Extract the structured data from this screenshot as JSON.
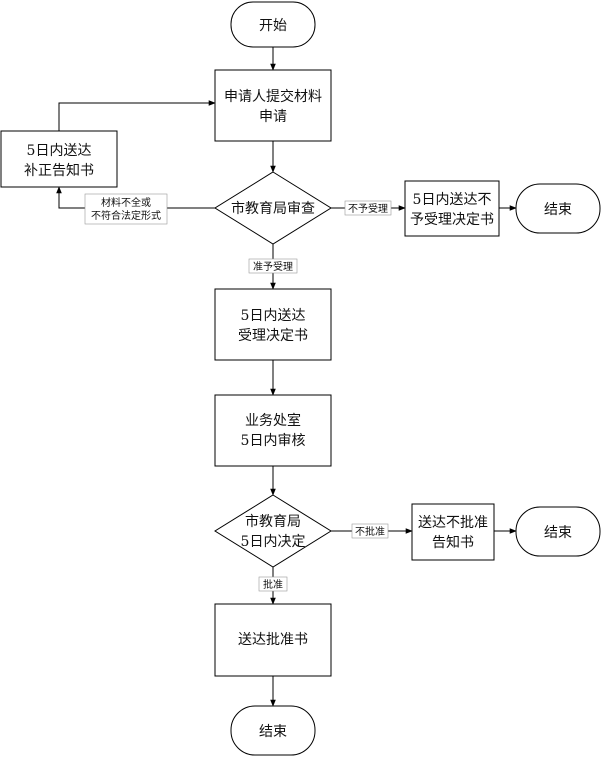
{
  "nodes": {
    "start": "开始",
    "submit": [
      "申请人提交材料",
      "申请"
    ],
    "correction": [
      "5日内送达",
      "补正告知书"
    ],
    "review": "市教育局审查",
    "reject_notice": [
      "5日内送达不",
      "予受理决定书"
    ],
    "end_reject": "结束",
    "accept_notice": [
      "5日内送达",
      "受理决定书"
    ],
    "dept_review": [
      "业务处室",
      "5日内审核"
    ],
    "decision": [
      "市教育局",
      "5日内决定"
    ],
    "deny_notice": [
      "送达不批准",
      "告知书"
    ],
    "end_deny": "结束",
    "approval": "送达批准书",
    "end": "结束"
  },
  "edge_labels": {
    "incomplete": [
      "材料不全或",
      "不符合法定形式"
    ],
    "not_accept": "不予受理",
    "accept": "准予受理",
    "not_approve": "不批准",
    "approve": "批准"
  }
}
